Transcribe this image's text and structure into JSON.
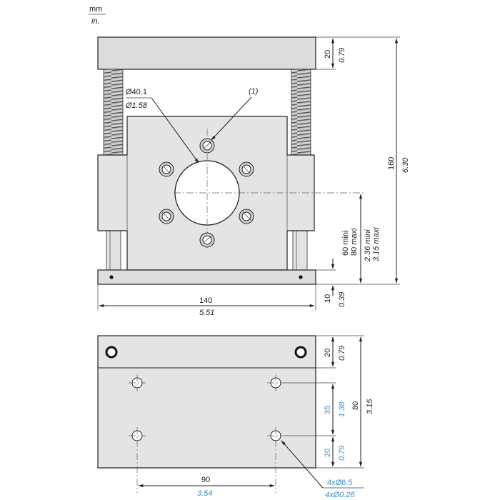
{
  "units": {
    "top": "mm",
    "bottom": "in."
  },
  "front_view": {
    "bore_label_mm": "Ø40.1",
    "bore_label_in": "Ø1.58",
    "callout": "(1)",
    "top_plate_mm": "20",
    "top_plate_in": "0.79",
    "height_mm": "160",
    "height_in": "6.30",
    "centre_mm": "60 mini",
    "centre_mm_max": "80 maxi",
    "centre_in": "2.36 mini",
    "centre_in_max": "3.15 maxi",
    "base_mm": "10",
    "base_in": "0.39",
    "width_mm": "140",
    "width_in": "5.51"
  },
  "top_view": {
    "edge_mm": "20",
    "edge_in": "0.79",
    "depth_mm": "80",
    "depth_in": "3.15",
    "hole_pitch_y_mm": "35",
    "hole_pitch_y_in": "1.38",
    "hole_offset_mm": "20",
    "hole_offset_in": "0.79",
    "hole_pitch_x_mm": "90",
    "hole_pitch_x_in": "3.54",
    "holes_mm": "4xØ6.5",
    "holes_in": "4xØ0.26"
  },
  "colors": {
    "body": "#e4e4e4",
    "plate": "#dcdcdc",
    "shade": "#bdbdbd",
    "outline": "#222222",
    "accent": "#3a8fc0"
  }
}
